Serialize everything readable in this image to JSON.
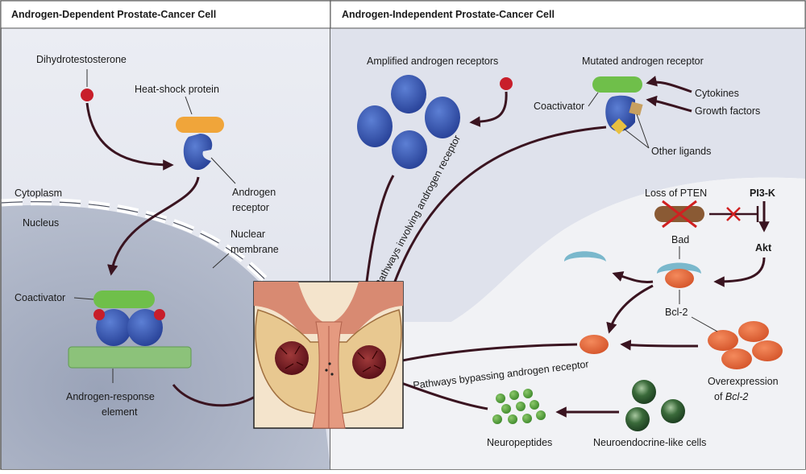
{
  "panels": {
    "left_title": "Androgen-Dependent Prostate-Cancer Cell",
    "right_title": "Androgen-Independent Prostate-Cancer Cell"
  },
  "left": {
    "dihydrotestosterone": "Dihydrotestosterone",
    "heat_shock_protein": "Heat-shock protein",
    "androgen_receptor_line1": "Androgen",
    "androgen_receptor_line2": "receptor",
    "cytoplasm": "Cytoplasm",
    "nucleus": "Nucleus",
    "nuclear_membrane_line1": "Nuclear",
    "nuclear_membrane_line2": "membrane",
    "coactivator": "Coactivator",
    "are_line1": "Androgen-response",
    "are_line2": "element"
  },
  "right": {
    "amplified_receptors": "Amplified androgen receptors",
    "mutated_receptor": "Mutated androgen receptor",
    "coactivator": "Coactivator",
    "cytokines": "Cytokines",
    "growth_factors": "Growth factors",
    "other_ligands": "Other ligands",
    "pathways_involving": "Pathways involving androgen receptor",
    "loss_of_pten": "Loss of PTEN",
    "pi3k": "PI3-K",
    "akt": "Akt",
    "bad": "Bad",
    "bcl2": "Bcl-2",
    "overexpression_line1": "Overexpression",
    "overexpression_line2a": "of ",
    "overexpression_line2b": "Bcl-2",
    "pathways_bypassing": "Pathways bypassing androgen receptor",
    "neuropeptides": "Neuropeptides",
    "neuroendocrine_cells": "Neuroendocrine-like cells"
  },
  "colors": {
    "receptor_blue": "#2f4fa8",
    "heat_shock_orange": "#f0a53a",
    "coactivator_green": "#6fbf4a",
    "ligand_red": "#c81e2a",
    "bcl2_orange": "#e8643a",
    "arrow_dark": "#3a1420",
    "inhibit_red": "#d02020"
  }
}
